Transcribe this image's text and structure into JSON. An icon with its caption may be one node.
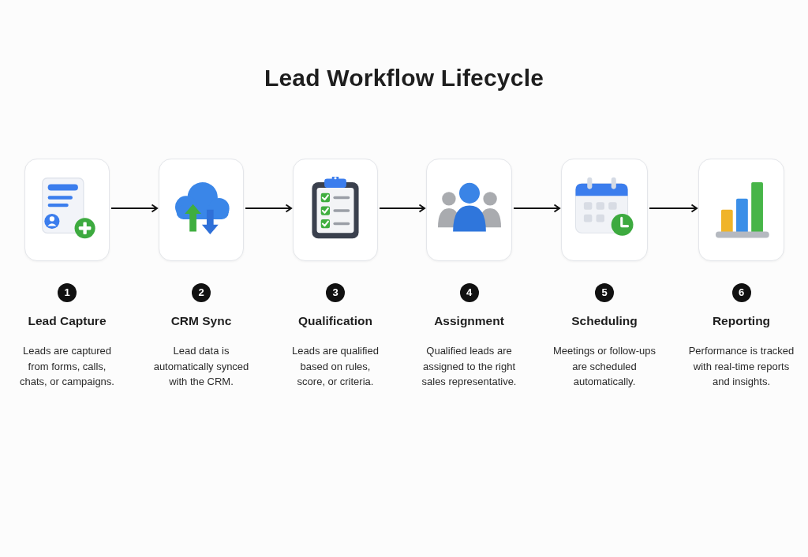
{
  "diagram": {
    "title": "Lead Workflow Lifecycle",
    "nodes": [
      {
        "text": [],
        "shape": "picture",
        "beside": [
          "1",
          "Lead Capture",
          "Leads are captured from forms, calls, chats, or campaigns."
        ]
      },
      {
        "text": [],
        "shape": "picture",
        "beside": [
          "2",
          "CRM Sync",
          "Lead data is automatically synced with the CRM."
        ]
      },
      {
        "text": [],
        "shape": "picture",
        "beside": [
          "3",
          "Qualification",
          "Leads are qualified based on rules, score, or criteria."
        ]
      },
      {
        "text": [],
        "shape": "picture",
        "beside": [
          "4",
          "Assignment",
          "Qualified leads are assigned to the right sales representative."
        ]
      },
      {
        "text": [],
        "shape": "picture",
        "beside": [
          "5",
          "Scheduling",
          "Meetings or follow-ups are scheduled automatically."
        ]
      },
      {
        "text": [],
        "shape": "picture",
        "beside": [
          "6",
          "Reporting",
          "Performance is tracked with real-time reports and insights."
        ]
      }
    ],
    "edges": [
      {
        "from": 0,
        "to": 1,
        "arrow": "to"
      },
      {
        "from": 1,
        "to": 2,
        "arrow": "to"
      },
      {
        "from": 2,
        "to": 3,
        "arrow": "to"
      },
      {
        "from": 3,
        "to": 4,
        "arrow": "to"
      },
      {
        "from": 4,
        "to": 5,
        "arrow": "to"
      }
    ]
  }
}
